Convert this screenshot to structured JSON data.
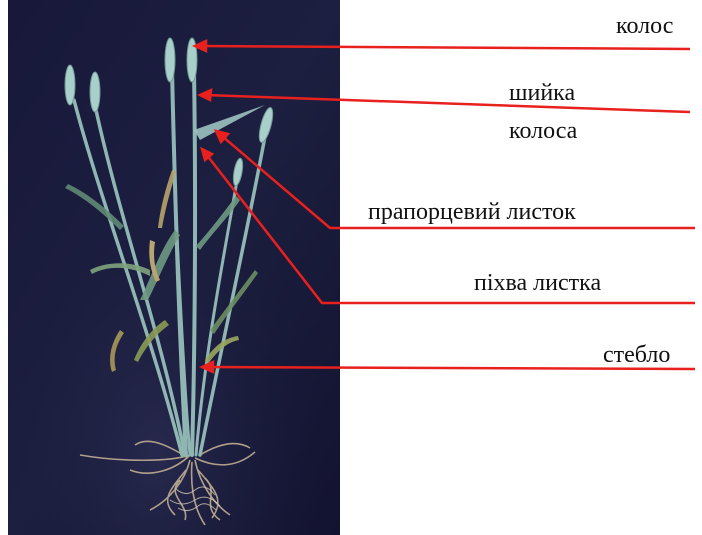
{
  "labels": [
    {
      "id": "ear",
      "text": "колос"
    },
    {
      "id": "ear-neck",
      "text": "шийка",
      "text2": "колоса"
    },
    {
      "id": "flag-leaf",
      "text": "прапорцевий листок"
    },
    {
      "id": "leaf-sheath",
      "text": "піхва листка"
    },
    {
      "id": "stem",
      "text": "стебло"
    }
  ],
  "colors": {
    "pointer": "#e8201e",
    "photo_background": "#1a1b3a",
    "stem": "#8fb6b3",
    "text": "#111111"
  }
}
